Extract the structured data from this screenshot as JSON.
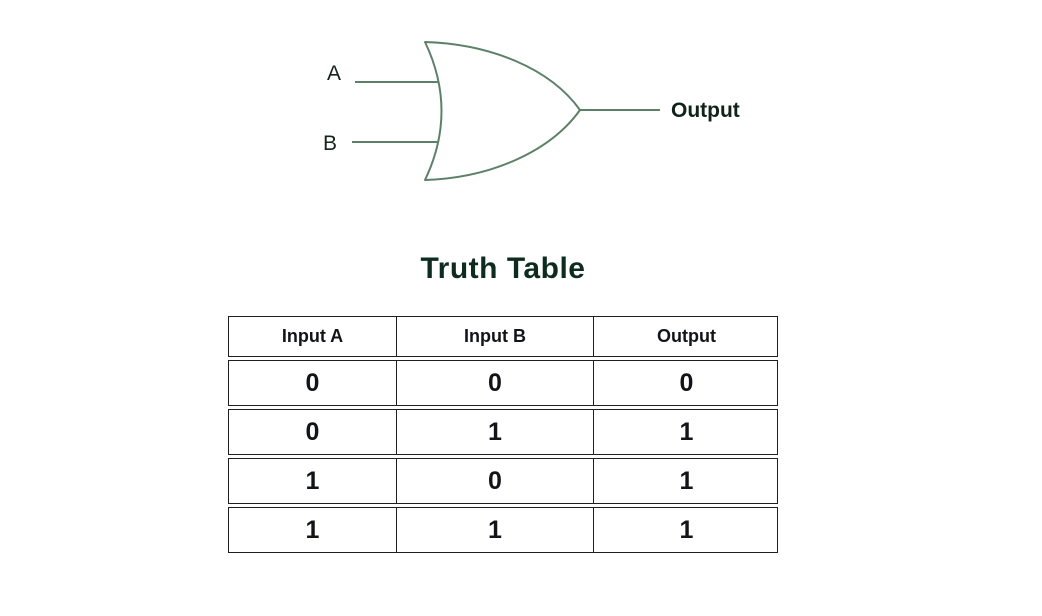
{
  "diagram": {
    "type": "or-gate",
    "input_a_label": "A",
    "input_b_label": "B",
    "output_label": "Output"
  },
  "table": {
    "title": "Truth Table",
    "columns": [
      "Input A",
      "Input B",
      "Output"
    ],
    "rows": [
      [
        "0",
        "0",
        "0"
      ],
      [
        "0",
        "1",
        "1"
      ],
      [
        "1",
        "0",
        "1"
      ],
      [
        "1",
        "1",
        "1"
      ]
    ]
  },
  "colors": {
    "gate_stroke": "#5d8168",
    "title_text": "#0e2b1f",
    "table_border": "#1f1f1f",
    "cell_text": "#121417",
    "background": "#ffffff"
  }
}
